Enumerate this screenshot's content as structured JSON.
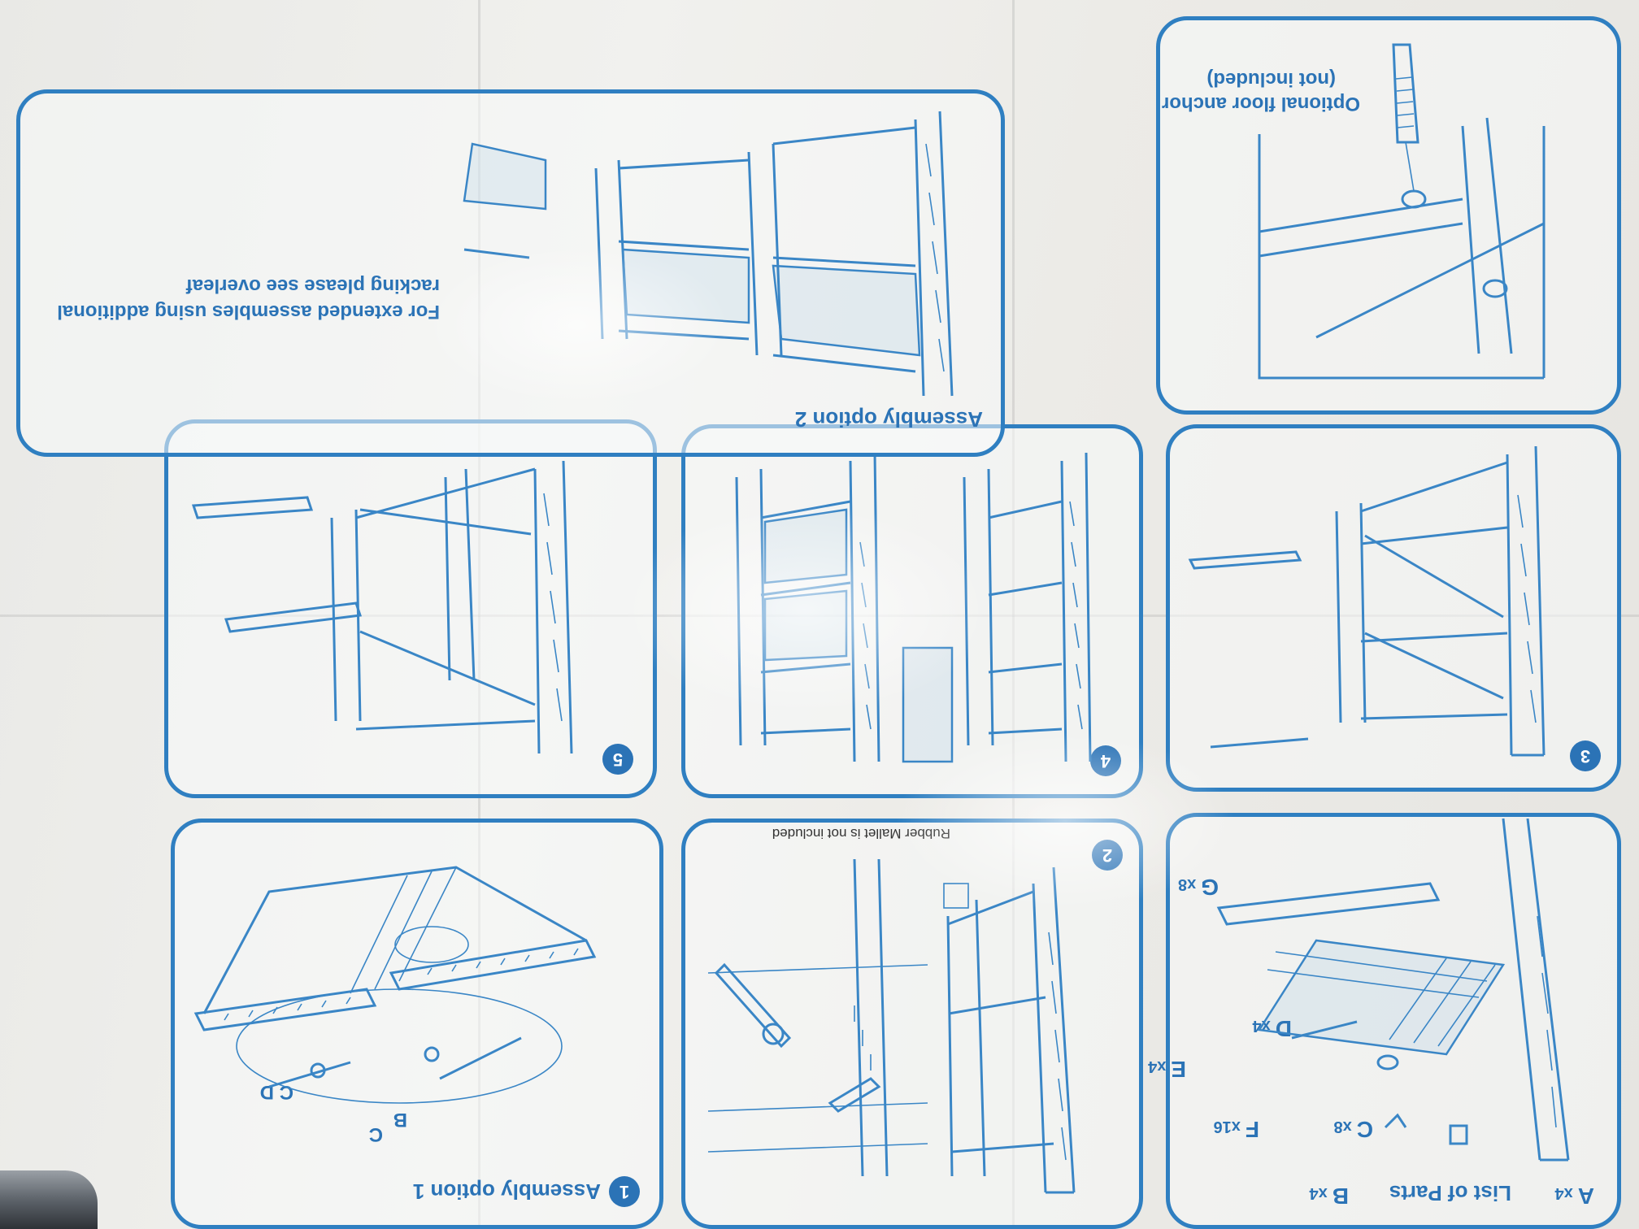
{
  "parts_panel": {
    "title": "List of Parts",
    "parts": [
      {
        "letter": "A",
        "qty": "x4"
      },
      {
        "letter": "B",
        "qty": "x4"
      },
      {
        "letter": "C",
        "qty": "x8"
      },
      {
        "letter": "F",
        "qty": "x16"
      },
      {
        "letter": "D",
        "qty": "x4"
      },
      {
        "letter": "E",
        "qty": "x4"
      },
      {
        "letter": "G",
        "qty": "x8"
      }
    ]
  },
  "step2": {
    "number": "2",
    "note": "Rubber Mallet is not included"
  },
  "step3": {
    "number": "3"
  },
  "step4": {
    "number": "4"
  },
  "step5": {
    "number": "5"
  },
  "assembly1": {
    "title": "Assembly option 1",
    "labels": [
      "B",
      "C",
      "C",
      "D"
    ]
  },
  "assembly2": {
    "title": "Assembly option 2",
    "note_line1": "For extended assembles using additional",
    "note_line2": "racking please see overleaf"
  },
  "anchor_panel": {
    "line1": "Optional floor anchor",
    "line2": "(not included)"
  },
  "colors": {
    "accent": "#2f7fc1",
    "paper": "#ecebe7"
  }
}
